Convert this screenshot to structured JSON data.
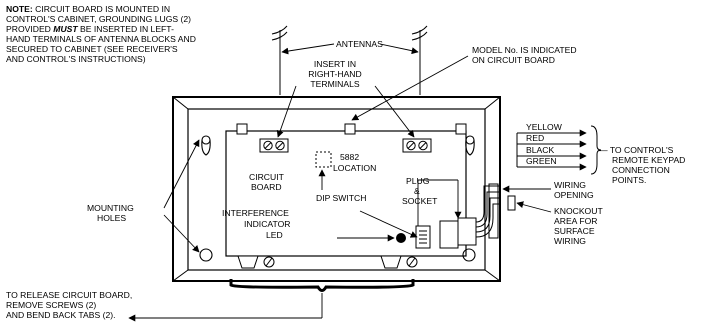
{
  "note": {
    "l1_prefix": "NOTE:",
    "l1_rest": " CIRCUIT BOARD IS MOUNTED IN",
    "l2": "CONTROL'S CABINET, GROUNDING LUGS (2)",
    "l3_prefix": "PROVIDED ",
    "l3_emph": "MUST",
    "l3_rest": " BE INSERTED IN LEFT-",
    "l4": "HAND TERMINALS OF ANTENNA BLOCKS AND",
    "l5": "SECURED TO CABINET (SEE RECEIVER'S",
    "l6": "AND CONTROL'S INSTRUCTIONS)"
  },
  "labels": {
    "antennas": "ANTENNAS",
    "insert": [
      "INSERT IN",
      "RIGHT-HAND",
      "TERMINALS"
    ],
    "model": [
      "MODEL No. IS INDICATED",
      "ON CIRCUIT BOARD"
    ],
    "location": [
      "5882",
      "LOCATION"
    ],
    "circuit_board": [
      "CIRCUIT",
      "BOARD"
    ],
    "mounting_holes": [
      "MOUNTING",
      "HOLES"
    ],
    "interference": [
      "INTERFERENCE",
      "INDICATOR",
      "LED"
    ],
    "dip_switch": "DIP SWITCH",
    "plug_socket": [
      "PLUG",
      "&",
      "SOCKET"
    ],
    "wiring_opening": [
      "WIRING",
      "OPENING"
    ],
    "knockout": [
      "KNOCKOUT",
      "AREA FOR",
      "SURFACE",
      "WIRING"
    ],
    "to_control": [
      "— TO CONTROL'S",
      "REMOTE KEYPAD",
      "CONNECTION",
      "POINTS."
    ],
    "release": [
      "TO RELEASE CIRCUIT BOARD,",
      "REMOVE SCREWS (2)",
      "AND BEND BACK TABS (2)."
    ]
  },
  "wires": [
    "YELLOW",
    "RED",
    "BLACK",
    "GREEN"
  ]
}
